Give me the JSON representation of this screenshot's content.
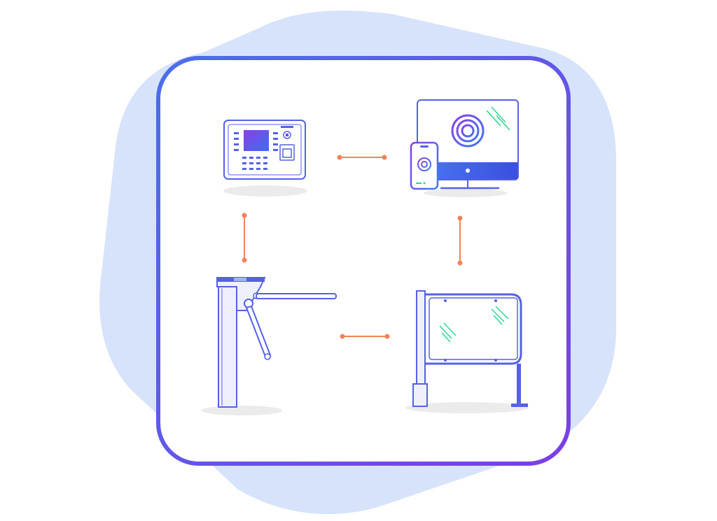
{
  "diagram": {
    "kind": "access-control-system",
    "nodes": [
      {
        "id": "terminal",
        "icon": "biometric-terminal-icon"
      },
      {
        "id": "monitor",
        "icon": "desktop-and-phone-icon"
      },
      {
        "id": "turnstile",
        "icon": "tripod-turnstile-icon"
      },
      {
        "id": "gate",
        "icon": "swing-gate-icon"
      }
    ],
    "edges": [
      [
        "terminal",
        "monitor"
      ],
      [
        "terminal",
        "turnstile"
      ],
      [
        "monitor",
        "gate"
      ],
      [
        "turnstile",
        "gate"
      ]
    ]
  },
  "colors": {
    "backdrop": "#d7e3fb",
    "frame_start": "#3d7be6",
    "frame_end": "#7a3fe6",
    "line": "#5561e6",
    "accent": "#f08457",
    "shadow": "#ebebeb",
    "green": "#2fd38f"
  }
}
